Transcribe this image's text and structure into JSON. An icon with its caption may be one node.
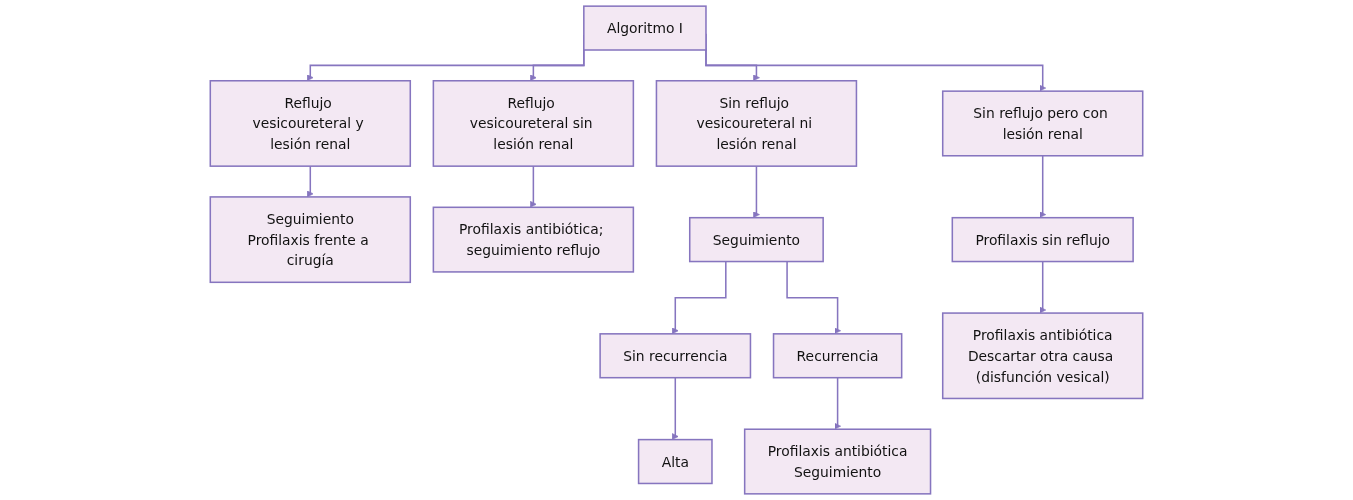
{
  "diagram": {
    "nodes": [
      {
        "text": [
          "Algoritmo I"
        ]
      },
      {
        "text": [
          "Reflujo vesicoureteral y lesión renal"
        ]
      },
      {
        "text": [
          "Reflujo vesicoureteral sin lesión renal"
        ]
      },
      {
        "text": [
          "Sin reflujo vesicoureteral ni lesión renal"
        ]
      },
      {
        "text": [
          "Sin reflujo pero con lesión renal"
        ]
      },
      {
        "text": [
          "Seguimiento",
          "Profilaxis frente a cirugía"
        ]
      },
      {
        "text": [
          "Profilaxis antibiótica; seguimiento reflujo"
        ]
      },
      {
        "text": [
          "Seguimiento"
        ]
      },
      {
        "text": [
          "Profilaxis sin reflujo"
        ]
      },
      {
        "text": [
          "Sin recurrencia"
        ]
      },
      {
        "text": [
          "Recurrencia"
        ]
      },
      {
        "text": [
          "Profilaxis antibiótica",
          "Descartar otra causa (disfunción vesical)"
        ]
      },
      {
        "text": [
          "Alta"
        ]
      },
      {
        "text": [
          "Profilaxis antibiótica",
          "Seguimiento"
        ]
      }
    ],
    "edges": [
      {
        "from": 0,
        "to": 1,
        "arrow": "to"
      },
      {
        "from": 0,
        "to": 2,
        "arrow": "to"
      },
      {
        "from": 0,
        "to": 3,
        "arrow": "to"
      },
      {
        "from": 0,
        "to": 4,
        "arrow": "to"
      },
      {
        "from": 1,
        "to": 5,
        "arrow": "to"
      },
      {
        "from": 2,
        "to": 6,
        "arrow": "to"
      },
      {
        "from": 3,
        "to": 7,
        "arrow": "to"
      },
      {
        "from": 4,
        "to": 8,
        "arrow": "to"
      },
      {
        "from": 7,
        "to": 9,
        "arrow": "to"
      },
      {
        "from": 7,
        "to": 10,
        "arrow": "to"
      },
      {
        "from": 8,
        "to": 11,
        "arrow": "to"
      },
      {
        "from": 9,
        "to": 12,
        "arrow": "to"
      },
      {
        "from": 10,
        "to": 13,
        "arrow": "to"
      }
    ]
  }
}
